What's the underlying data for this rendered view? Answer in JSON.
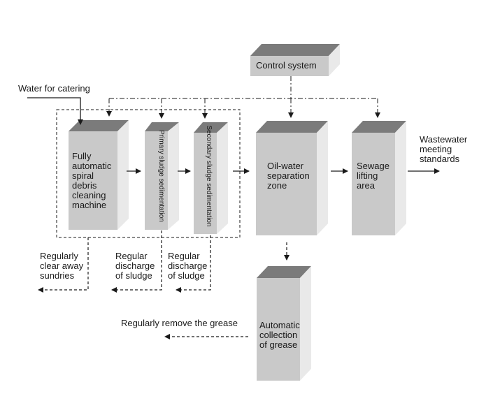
{
  "colors": {
    "box_front": "#c9c9c9",
    "box_top": "#7b7b7b",
    "box_side": "#e9e9e9",
    "line": "#1a1a1a"
  },
  "control_system": "Control system",
  "input_label": "Water for catering",
  "output_label": "Wastewater meeting standards",
  "units": {
    "debris_machine": "Fully automatic spiral debris cleaning machine",
    "primary_sedimentation": "Primary sludge sedimentation",
    "secondary_sedimentation": "Secondary sludge sedimentation",
    "oil_water_separation": "Oil-water separation zone",
    "sewage_lifting": "Sewage lifting area",
    "grease_collection": "Automatic collection of grease"
  },
  "discharges": {
    "sundries": "Regularly clear away sundries",
    "sludge_primary": "Regular discharge of sludge",
    "sludge_secondary": "Regular discharge of sludge",
    "grease": "Regularly remove the grease"
  }
}
